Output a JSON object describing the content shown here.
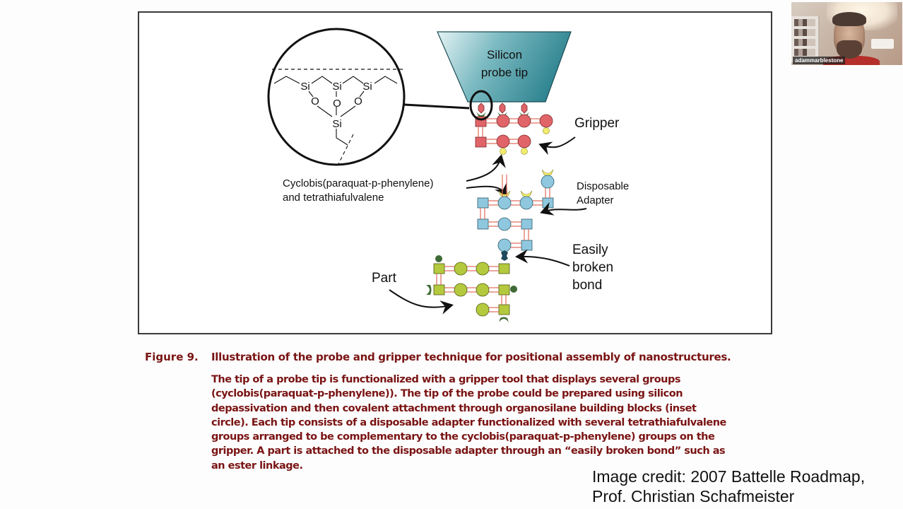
{
  "slide": {
    "figure": {
      "probe_label_line1": "Silicon",
      "probe_label_line2": "probe tip",
      "gripper_label": "Gripper",
      "molecule_label_line1": "Cyclobis(paraquat-p-phenylene)",
      "molecule_label_line2": "and tetrathiafulvalene",
      "adapter_label_line1": "Disposable",
      "adapter_label_line2": "Adapter",
      "bond_label_line1": "Easily",
      "bond_label_line2": "broken",
      "bond_label_line3": "bond",
      "part_label": "Part",
      "inset_atoms": {
        "si": "Si",
        "o": "O"
      },
      "colors": {
        "probe_light": "#d9eef0",
        "probe_dark": "#2f8591",
        "gripper": "#e06468",
        "adapter": "#8fc8de",
        "part": "#b5c93e",
        "yellow": "#f2ec6e",
        "dark_green": "#3f6a35",
        "bond_dark": "#1f4a5e"
      }
    },
    "caption": {
      "label": "Figure 9.",
      "title": "Illustration of the probe and gripper technique for positional assembly of nanostructures.",
      "body_lines": [
        "The tip of a probe tip is functionalized with a gripper tool that displays several groups",
        "(cyclobis(paraquat-p-phenylene)). The tip of the probe could be prepared using silicon",
        "depassivation and then covalent attachment through organosilane building blocks (inset",
        "circle).  Each tip consists of a disposable adapter functionalized with several tetrathiafulvalene",
        "groups arranged to be complementary to the cyclobis(paraquat-p-phenylene) groups on the",
        "gripper. A part is attached to the disposable adapter through an “easily broken bond” such as",
        "an ester linkage."
      ],
      "color": "#7a1414"
    },
    "credit": {
      "line1": "Image credit: 2007 Battelle Roadmap,",
      "line2": "Prof. Christian Schafmeister"
    }
  },
  "video": {
    "participant_name": "adammarblestone"
  }
}
